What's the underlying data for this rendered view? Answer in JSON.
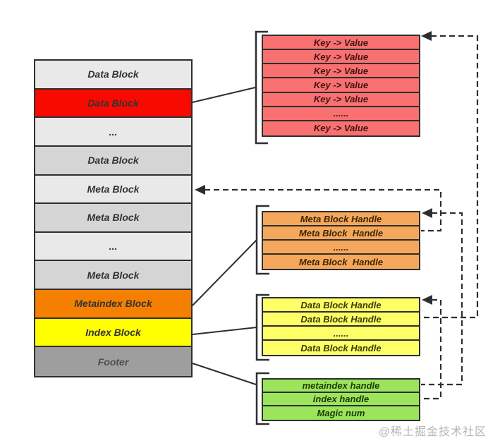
{
  "sstable_stack": {
    "rows": [
      {
        "label": "Data Block",
        "color": "#e9e9e9"
      },
      {
        "label": "Data Block",
        "color": "#f90a00"
      },
      {
        "label": "...",
        "color": "#e9e9e9"
      },
      {
        "label": "Data Block",
        "color": "#d5d5d5"
      },
      {
        "label": "Meta Block",
        "color": "#e9e9e9"
      },
      {
        "label": "Meta Block",
        "color": "#d5d5d5"
      },
      {
        "label": "...",
        "color": "#e9e9e9"
      },
      {
        "label": "Meta Block",
        "color": "#d5d5d5"
      },
      {
        "label": "Metaindex Block",
        "color": "#f57f00"
      },
      {
        "label": "Index Block",
        "color": "#ffff00"
      },
      {
        "label": "Footer",
        "color": "#9e9e9e"
      }
    ]
  },
  "data_block_detail": {
    "color": "#f97070",
    "rows": [
      "Key -> Value",
      "Key -> Value",
      "Key -> Value",
      "Key -> Value",
      "Key -> Value",
      "......",
      "Key -> Value"
    ]
  },
  "metaindex_detail": {
    "color": "#f5a85c",
    "rows": [
      "Meta Block Handle",
      "Meta Block  Handle",
      "......",
      "Meta Block  Handle"
    ]
  },
  "index_detail": {
    "color": "#fdff66",
    "rows": [
      "Data Block Handle",
      "Data Block Handle",
      "......",
      "Data Block Handle"
    ]
  },
  "footer_detail": {
    "color": "#9be45b",
    "rows": [
      "metaindex handle",
      "index handle",
      "Magic num"
    ]
  },
  "watermark": "@稀土掘金技术社区",
  "line_color": "#2e2e2e"
}
